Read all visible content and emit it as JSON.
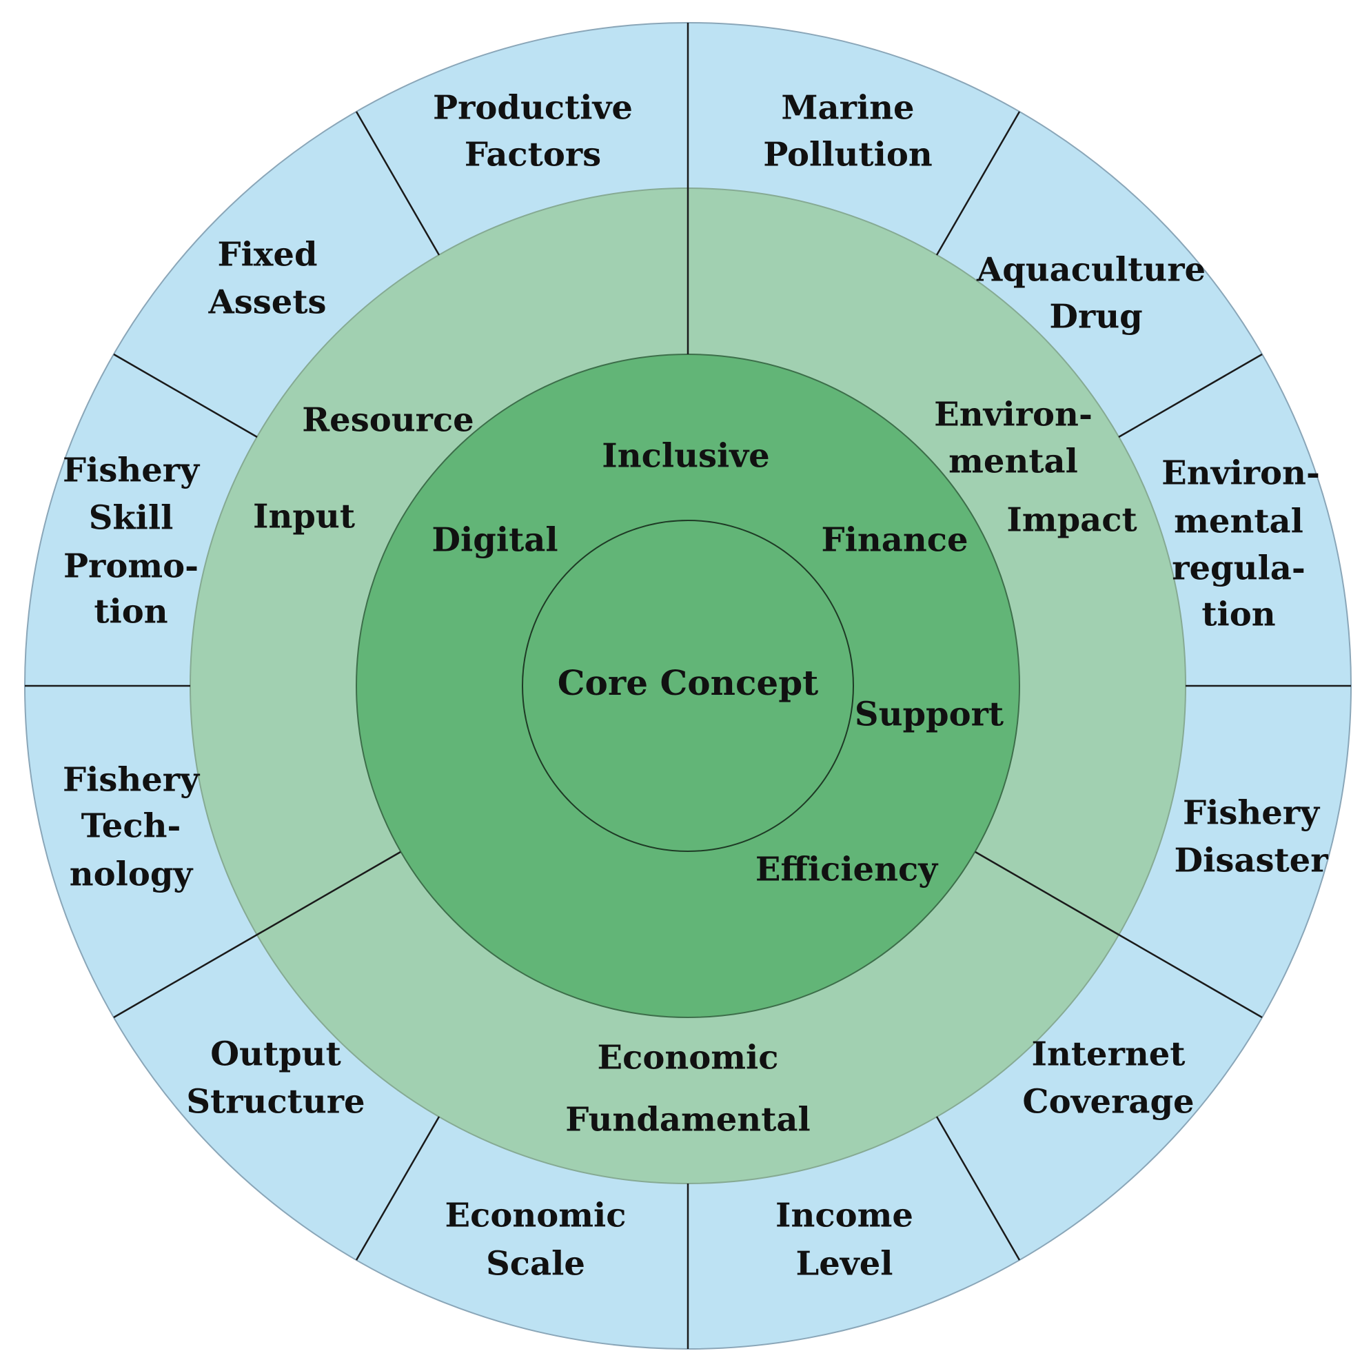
{
  "colors": {
    "outer_ring": "#bde2f3",
    "middle_ring": "#a1d0b1",
    "inner_ring": "#62b577",
    "core": "#62b577",
    "divider": "#1a1a1a"
  },
  "core": {
    "label": "Core Concept"
  },
  "inner_ring": {
    "words": [
      "Inclusive",
      "Digital",
      "Finance",
      "Support",
      "Efficiency"
    ]
  },
  "middle_ring": {
    "segments": [
      {
        "name": "resource-input",
        "lines": [
          "Resource",
          "Input"
        ]
      },
      {
        "name": "environmental-impact",
        "lines": [
          "Environ-",
          "mental",
          "Impact"
        ]
      },
      {
        "name": "economic-fundamental",
        "lines": [
          "Economic",
          "Fundamental"
        ]
      }
    ]
  },
  "outer_ring": {
    "segments": [
      {
        "lines": [
          "Marine",
          "Pollution"
        ]
      },
      {
        "lines": [
          "Aquaculture",
          "Drug"
        ]
      },
      {
        "lines": [
          "Environ-",
          "mental",
          "regula-",
          "tion"
        ]
      },
      {
        "lines": [
          "Fishery",
          "Disaster"
        ]
      },
      {
        "lines": [
          "Internet",
          "Coverage"
        ]
      },
      {
        "lines": [
          "Income",
          "Level"
        ]
      },
      {
        "lines": [
          "Economic",
          "Scale"
        ]
      },
      {
        "lines": [
          "Output",
          "Structure"
        ]
      },
      {
        "lines": [
          "Fishery",
          "Tech-",
          "nology"
        ]
      },
      {
        "lines": [
          "Fishery",
          "Skill",
          "Promo-",
          "tion"
        ]
      },
      {
        "lines": [
          "Fixed",
          "Assets"
        ]
      },
      {
        "lines": [
          "Productive",
          "Factors"
        ]
      }
    ]
  }
}
